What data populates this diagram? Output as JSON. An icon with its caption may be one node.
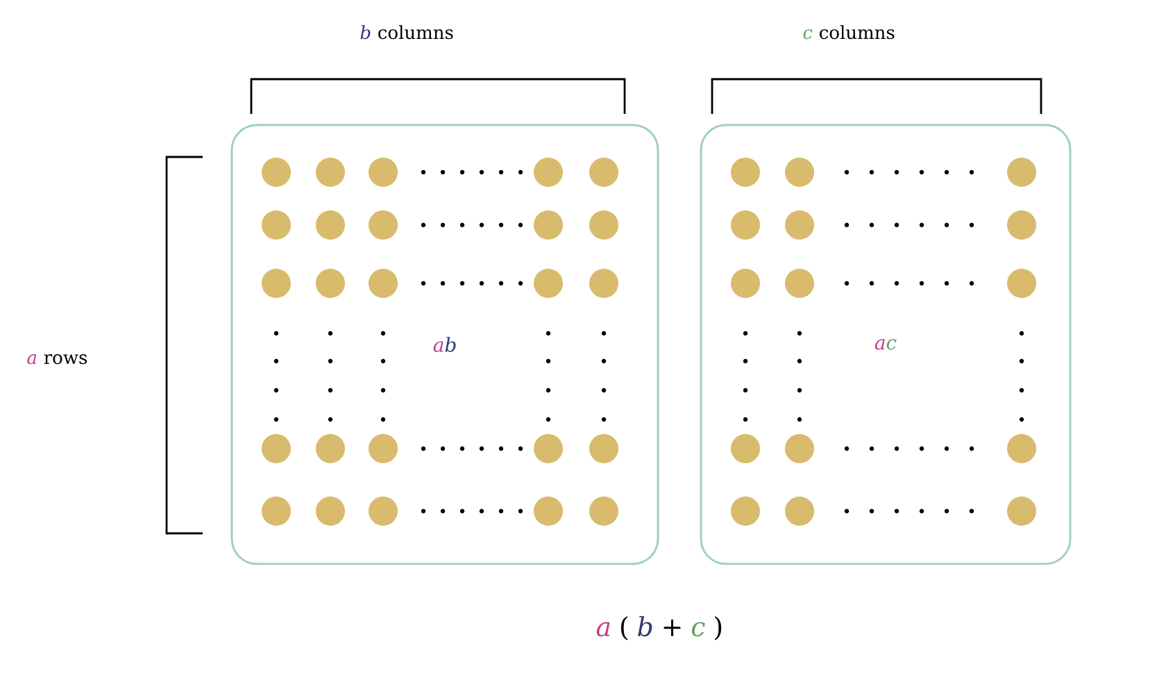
{
  "diagram": {
    "nodes": [
      {
        "text": [
          "a",
          "b"
        ]
      },
      {
        "text": [
          "a",
          "c"
        ]
      }
    ],
    "labels": [
      "b",
      "columns",
      "c",
      "columns",
      "a",
      "rows",
      "a",
      "(",
      "b",
      "+",
      "c",
      ")"
    ]
  }
}
